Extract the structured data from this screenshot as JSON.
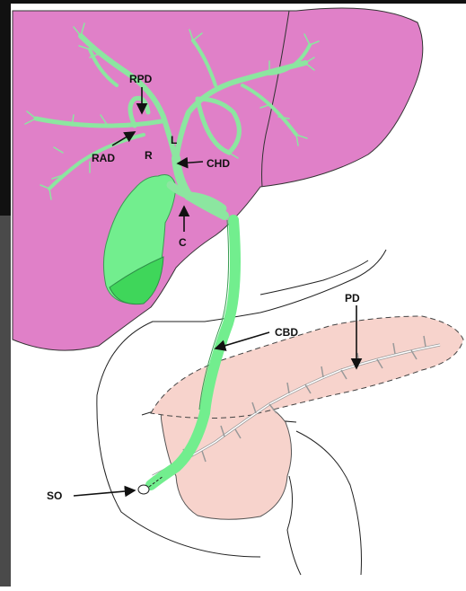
{
  "labels": {
    "rpd": "RPD",
    "rad": "RAD",
    "r": "R",
    "l": "L",
    "chd": "CHD",
    "c": "C",
    "cbd": "CBD",
    "pd": "PD",
    "so": "SO"
  },
  "colors": {
    "liver": "#e080c8",
    "duct": "#8ce6a0",
    "gallbladder": "#72ee8e",
    "gallbladder_fundus": "#3fd65a",
    "pancreas": "#f7d3cc",
    "ink": "#222222"
  }
}
